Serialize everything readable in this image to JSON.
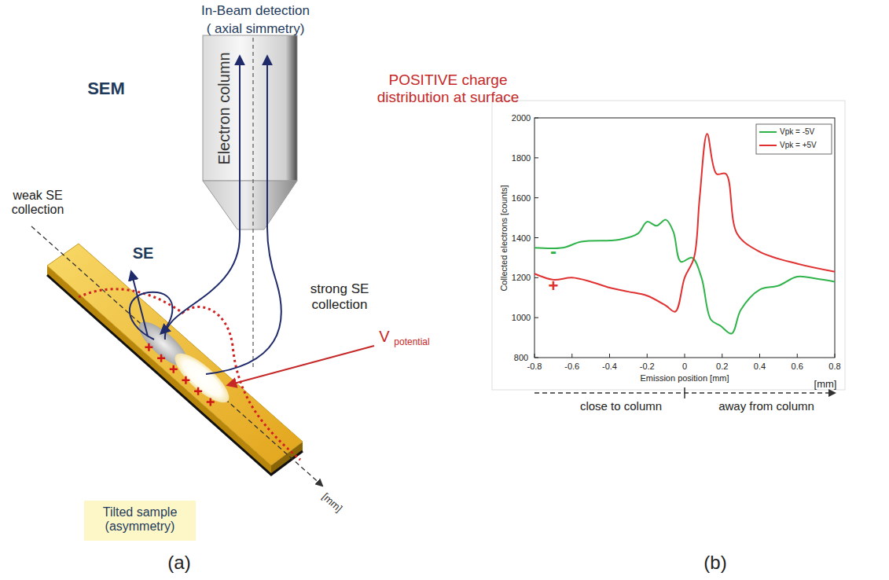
{
  "diagram": {
    "nodes": [
      {
        "text": [
          "Electron column"
        ]
      },
      {
        "text": [
          "Tilted sample (asymmetry)"
        ]
      }
    ],
    "labels": [
      "In-Beam detection",
      "( axial simmetry)",
      "SEM",
      "POSITIVE charge distribution at surface",
      "weak SE collection",
      "SE",
      "strong SE collection",
      "V",
      "potential",
      "[mm]",
      "(a)",
      "(b)",
      "2000",
      "1800",
      "1600",
      "1400",
      "1200",
      "1000",
      "800",
      "-0.8",
      "-0.6",
      "-0.4",
      "-0.2",
      "0",
      "0.2",
      "0.4",
      "0.6",
      "0.8",
      "Collected electrons [counts]",
      "Emission position [mm]",
      "-",
      "+",
      "[mm]",
      "close to column",
      "away from column"
    ],
    "legend": [
      {
        "text": "Vpk = -5V"
      },
      {
        "text": "Vpk = +5V"
      }
    ]
  }
}
